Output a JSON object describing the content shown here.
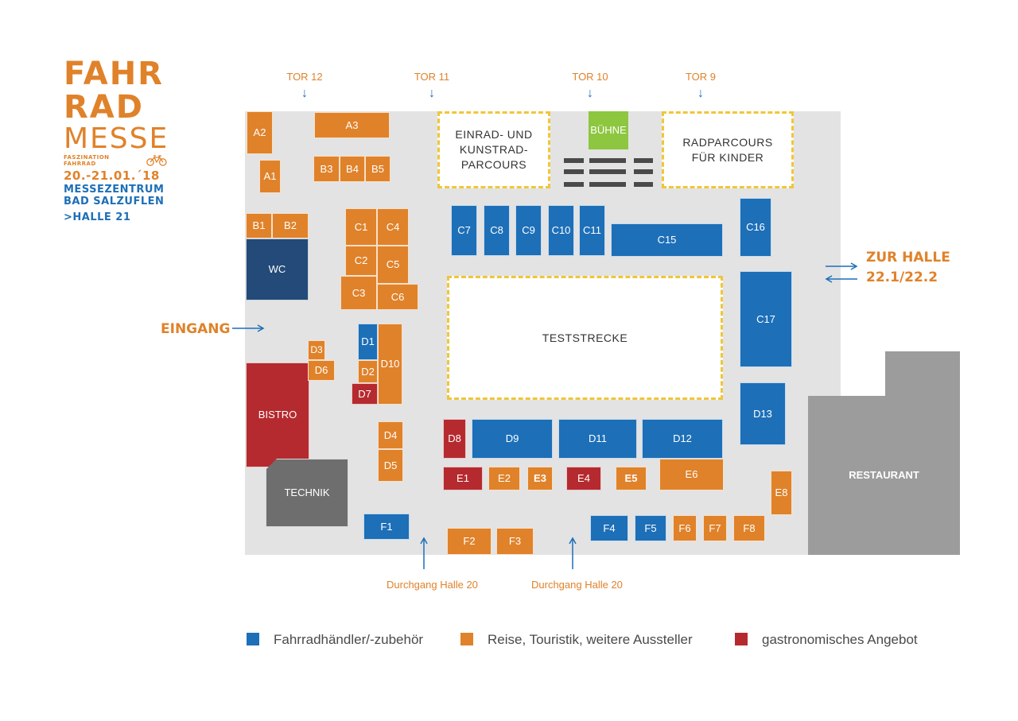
{
  "logo": {
    "line1": "FAHR",
    "line2": "RAD",
    "line3": "MESSE",
    "tagline": "FASZINATION FAHRRAD",
    "date": "20.-21.01.´18",
    "venue1": "MESSEZENTRUM",
    "venue2": "BAD SALZUFLEN",
    "hall": ">HALLE 21"
  },
  "gates": [
    "TOR 12",
    "TOR 11",
    "TOR 10",
    "TOR 9"
  ],
  "entrance": "EINGANG",
  "exit_right": {
    "line1": "ZUR HALLE",
    "line2": "22.1/22.2"
  },
  "zones": {
    "einrad": [
      "EINRAD- UND",
      "KUNSTRAD-",
      "PARCOURS"
    ],
    "radparcours": [
      "RADPARCOURS",
      "FÜR KINDER"
    ],
    "teststrecke": "TESTSTRECKE",
    "buehne": "BÜHNE"
  },
  "facilities": {
    "wc": "WC",
    "bistro": "BISTRO",
    "technik": "TECHNIK",
    "restaurant": "RESTAURANT"
  },
  "booths": {
    "A1": "A1",
    "A2": "A2",
    "A3": "A3",
    "B1": "B1",
    "B2": "B2",
    "B3": "B3",
    "B4": "B4",
    "B5": "B5",
    "C1": "C1",
    "C2": "C2",
    "C3": "C3",
    "C4": "C4",
    "C5": "C5",
    "C6": "C6",
    "C7": "C7",
    "C8": "C8",
    "C9": "C9",
    "C10": "C10",
    "C11": "C11",
    "C15": "C15",
    "C16": "C16",
    "C17": "C17",
    "D1": "D1",
    "D2": "D2",
    "D3": "D3",
    "D4": "D4",
    "D5": "D5",
    "D6": "D6",
    "D7": "D7",
    "D8": "D8",
    "D9": "D9",
    "D10": "D10",
    "D11": "D11",
    "D12": "D12",
    "D13": "D13",
    "E1": "E1",
    "E2": "E2",
    "E3": "E3",
    "E4": "E4",
    "E5": "E5",
    "E6": "E6",
    "E8": "E8",
    "F1": "F1",
    "F2": "F2",
    "F3": "F3",
    "F4": "F4",
    "F5": "F5",
    "F6": "F6",
    "F7": "F7",
    "F8": "F8"
  },
  "passages": [
    "Durchgang Halle 20",
    "Durchgang Halle 20"
  ],
  "legend": [
    {
      "label": "Fahrradhändler/-zubehör",
      "color": "#1d6fb8"
    },
    {
      "label": "Reise, Touristik, weitere Aussteller",
      "color": "#e0822a"
    },
    {
      "label": "gastronomisches Angebot",
      "color": "#b52a2f"
    }
  ]
}
